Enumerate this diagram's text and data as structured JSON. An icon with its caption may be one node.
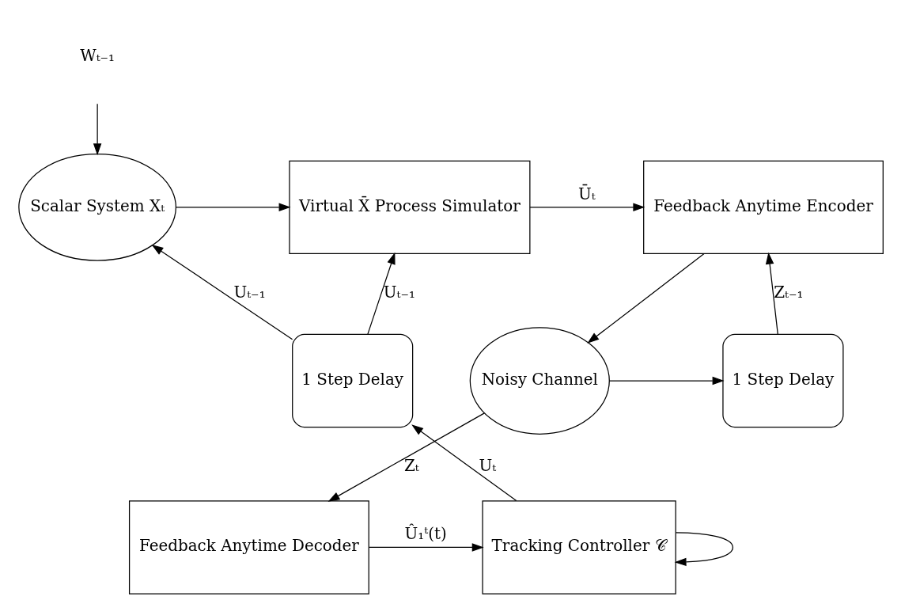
{
  "diagram": {
    "nodes": [
      {
        "text": [
          "Wₜ₋₁"
        ]
      },
      {
        "text": [
          "Scalar System Xₜ"
        ]
      },
      {
        "text": [
          "Virtual X̄ Process Simulator"
        ]
      },
      {
        "text": [
          "Feedback Anytime Encoder"
        ]
      },
      {
        "text": [
          "Noisy Channel"
        ]
      },
      {
        "text": [
          "1 Step Delay"
        ]
      },
      {
        "text": [
          "Feedback Anytime Decoder"
        ]
      },
      {
        "text": [
          "Tracking Controller 𝒞"
        ]
      },
      {
        "text": [
          "1 Step Delay"
        ]
      }
    ],
    "edges": [
      {
        "from": 0,
        "to": 1,
        "arrow": "to"
      },
      {
        "from": 8,
        "to": 1,
        "arrow": "to",
        "label": "Uₜ₋₁"
      },
      {
        "from": 8,
        "to": 2,
        "arrow": "to",
        "label": "Uₜ₋₁"
      },
      {
        "from": 1,
        "to": 2,
        "arrow": "to"
      },
      {
        "from": 2,
        "to": 3,
        "arrow": "to",
        "label": "Ūₜ"
      },
      {
        "from": 3,
        "to": 4,
        "arrow": "to"
      },
      {
        "from": 4,
        "to": 6,
        "arrow": "to",
        "label": "Zₜ"
      },
      {
        "from": 4,
        "to": 5,
        "arrow": "to"
      },
      {
        "from": 5,
        "to": 3,
        "arrow": "to",
        "label": "Zₜ₋₁"
      },
      {
        "from": 6,
        "to": 7,
        "arrow": "to",
        "label": "Û₁ᵗ(t)"
      },
      {
        "from": 7,
        "to": 8,
        "arrow": "to",
        "label": "Uₜ"
      },
      {
        "from": 7,
        "to": 7,
        "arrow": "to"
      }
    ]
  }
}
